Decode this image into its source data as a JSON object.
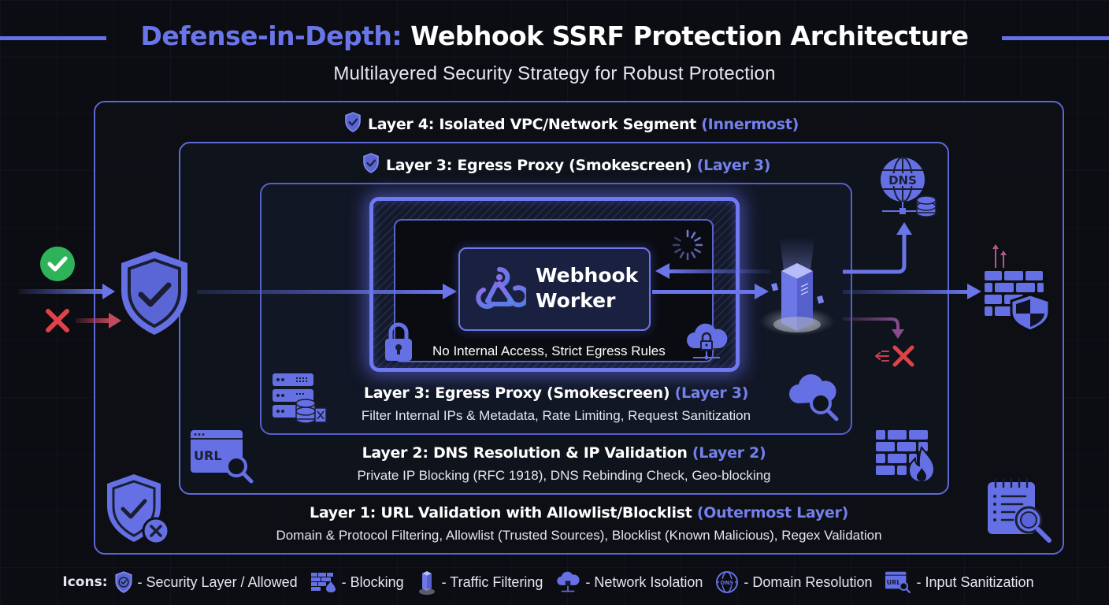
{
  "header": {
    "title_accent": "Defense-in-Depth:",
    "title_main": "Webhook SSRF Protection Architecture",
    "subtitle": "Multilayered Security Strategy for Robust Protection"
  },
  "layers": {
    "layer4_heading": {
      "title": "Layer 4: Isolated VPC/Network Segment",
      "tag": "(Innermost)"
    },
    "layer3_heading_top": {
      "title": "Layer 3: Egress Proxy (Smokescreen)",
      "tag": "(Layer 3)"
    },
    "layer3_section": {
      "title": "Layer 3: Egress Proxy (Smokescreen)",
      "tag": "(Layer 3)",
      "description": "Filter Internal IPs & Metadata, Rate Limiting, Request Sanitization"
    },
    "layer2_section": {
      "title": "Layer 2: DNS Resolution & IP Validation",
      "tag": "(Layer 2)",
      "description": "Private IP Blocking (RFC 1918), DNS Rebinding Check, Geo-blocking"
    },
    "layer1_section": {
      "title": "Layer 1: URL Validation with Allowlist/Blocklist",
      "tag": "(Outermost Layer)",
      "description": "Domain & Protocol Filtering, Allowlist (Trusted Sources), Blocklist (Known Malicious), Regex Validation"
    }
  },
  "worker": {
    "line1": "Webhook",
    "line2": "Worker",
    "note": "No Internal Access, Strict Egress Rules"
  },
  "dns_icon_text": "DNS",
  "url_icon_text": "URL",
  "legend": {
    "label": "Icons:",
    "items": [
      {
        "icon": "shield-check-icon",
        "text": "- Security Layer / Allowed"
      },
      {
        "icon": "firewall-fire-icon",
        "text": "- Blocking"
      },
      {
        "icon": "server-tower-icon",
        "text": "- Traffic Filtering"
      },
      {
        "icon": "cloud-lock-icon",
        "text": "- Network Isolation"
      },
      {
        "icon": "dns-globe-icon",
        "text": "- Domain Resolution"
      },
      {
        "icon": "url-search-icon",
        "text": "- Input Sanitization"
      }
    ]
  },
  "colors": {
    "accent": "#6a75e8",
    "border": "#5b66d6",
    "allowed": "#2fb35a",
    "blocked": "#e0424a",
    "background": "#0b0d12"
  }
}
